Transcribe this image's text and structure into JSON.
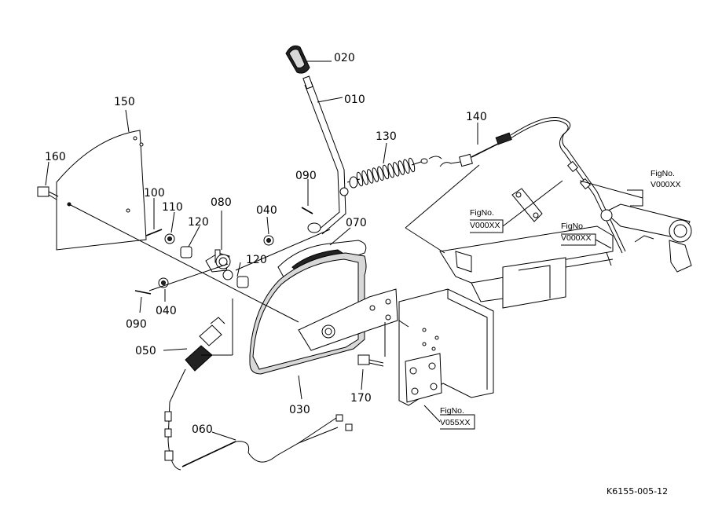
{
  "part_labels": {
    "p020": "020",
    "p010": "010",
    "p130": "130",
    "p140": "140",
    "p150": "150",
    "p160": "160",
    "p090a": "090",
    "p100": "100",
    "p110": "110",
    "p080": "080",
    "p040a": "040",
    "p120a": "120",
    "p070": "070",
    "p120b": "120",
    "p090b": "090",
    "p040b": "040",
    "p050": "050",
    "p030": "030",
    "p170": "170",
    "p060": "060"
  },
  "figure_refs": {
    "ref1": {
      "title": "FigNo.",
      "code": "V000XX"
    },
    "ref2": {
      "title": "FigNo.",
      "code": "V000XX"
    },
    "ref3": {
      "title": "FigNo.",
      "code": "V000XX"
    },
    "ref4": {
      "title": "FigNo.",
      "code": "V055XX"
    }
  },
  "document_id": "K6155-005-12"
}
